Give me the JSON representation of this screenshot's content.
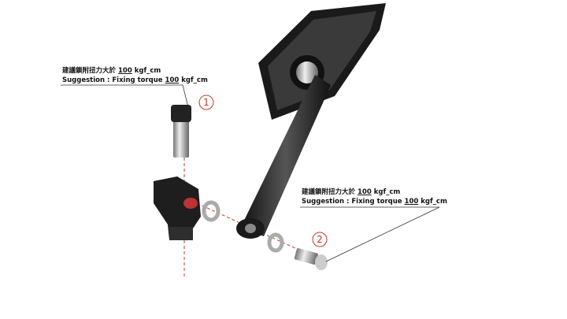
{
  "callout1": {
    "number": "1",
    "zh_prefix": "建議鎖附扭力大於",
    "en_prefix": "Suggestion : Fixing torque",
    "value": "100",
    "unit": "kgf_cm"
  },
  "callout2": {
    "number": "2",
    "zh_prefix": "建議鎖附扭力大於",
    "en_prefix": "Suggestion : Fixing torque",
    "value": "100",
    "unit": "kgf_cm"
  },
  "colors": {
    "marker": "#c0392b",
    "part": "#1c1c1c",
    "metal": "#b8b8b8"
  }
}
